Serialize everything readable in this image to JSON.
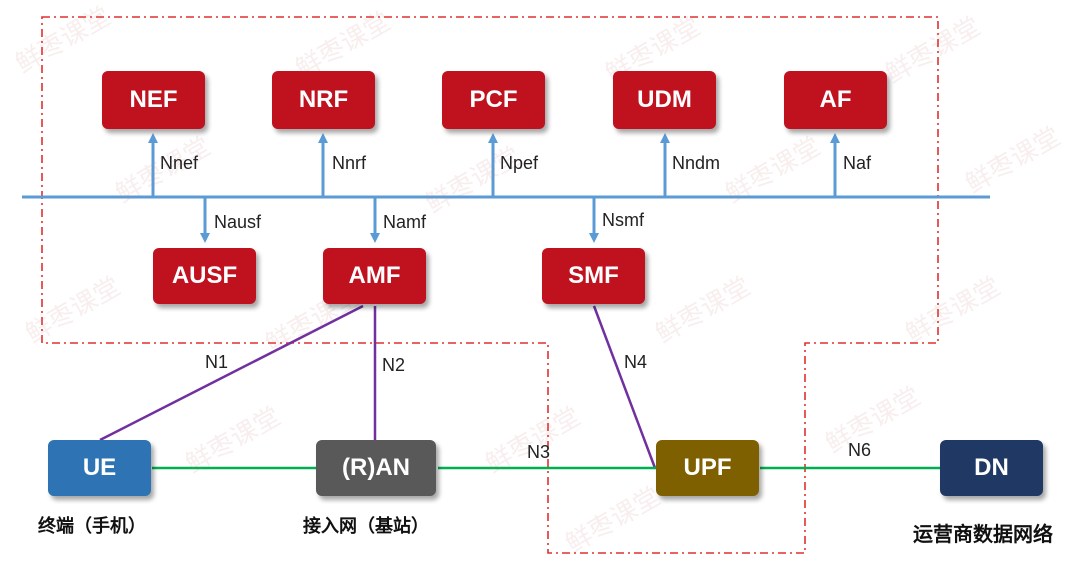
{
  "colors": {
    "nf": "#C0111F",
    "ue": "#2E74B5",
    "ran": "#595959",
    "upf": "#7F6000",
    "dn": "#1F3864",
    "bus": "#5B9BD5",
    "purple": "#7030A0",
    "green": "#00B050",
    "dashed": "#E03030"
  },
  "nodes": {
    "nef": "NEF",
    "nrf": "NRF",
    "pcf": "PCF",
    "udm": "UDM",
    "af": "AF",
    "ausf": "AUSF",
    "amf": "AMF",
    "smf": "SMF",
    "ue": "UE",
    "ran": "(R)AN",
    "upf": "UPF",
    "dn": "DN"
  },
  "interfaces": {
    "nnef": "Nnef",
    "nnrf": "Nnrf",
    "npef": "Npef",
    "nndm": "Nndm",
    "naf": "Naf",
    "nausf": "Nausf",
    "namf": "Namf",
    "nsmf": "Nsmf",
    "n1": "N1",
    "n2": "N2",
    "n3": "N3",
    "n4": "N4",
    "n6": "N6"
  },
  "captions": {
    "ue": "终端（手机）",
    "ran": "接入网（基站）",
    "dn": "运营商数据网络"
  },
  "watermark": "鲜枣课堂"
}
